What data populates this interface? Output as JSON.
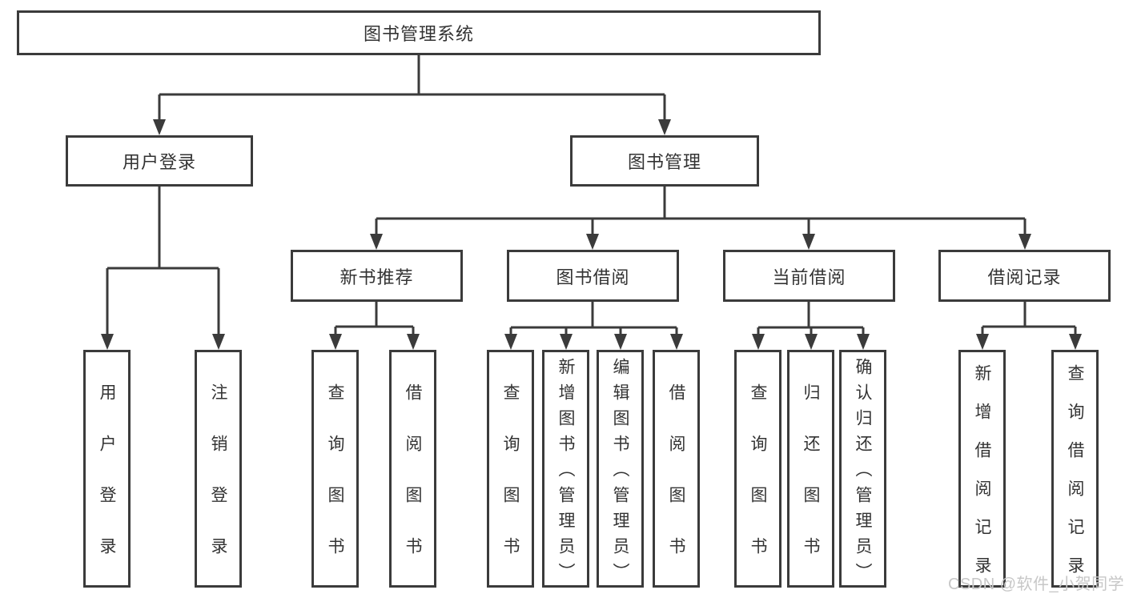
{
  "colors": {
    "line": "#3b3b3b",
    "text": "#333333",
    "watermark": "#c7c7c7",
    "background": "#ffffff"
  },
  "tree": {
    "label": "图书管理系统",
    "children": [
      {
        "label": "用户登录",
        "children": [
          {
            "label": "用户登录"
          },
          {
            "label": "注销登录"
          }
        ]
      },
      {
        "label": "图书管理",
        "children": [
          {
            "label": "新书推荐",
            "children": [
              {
                "label": "查询图书"
              },
              {
                "label": "借阅图书"
              }
            ]
          },
          {
            "label": "图书借阅",
            "children": [
              {
                "label": "查询图书"
              },
              {
                "label": "新增图书（管理员）"
              },
              {
                "label": "编辑图书（管理员）"
              },
              {
                "label": "借阅图书"
              }
            ]
          },
          {
            "label": "当前借阅",
            "children": [
              {
                "label": "查询图书"
              },
              {
                "label": "归还图书"
              },
              {
                "label": "确认归还（管理员）"
              }
            ]
          },
          {
            "label": "借阅记录",
            "children": [
              {
                "label": "新增借阅记录"
              },
              {
                "label": "查询借阅记录"
              }
            ]
          }
        ]
      }
    ]
  },
  "watermark": "CSDN @软件_小贺同学"
}
